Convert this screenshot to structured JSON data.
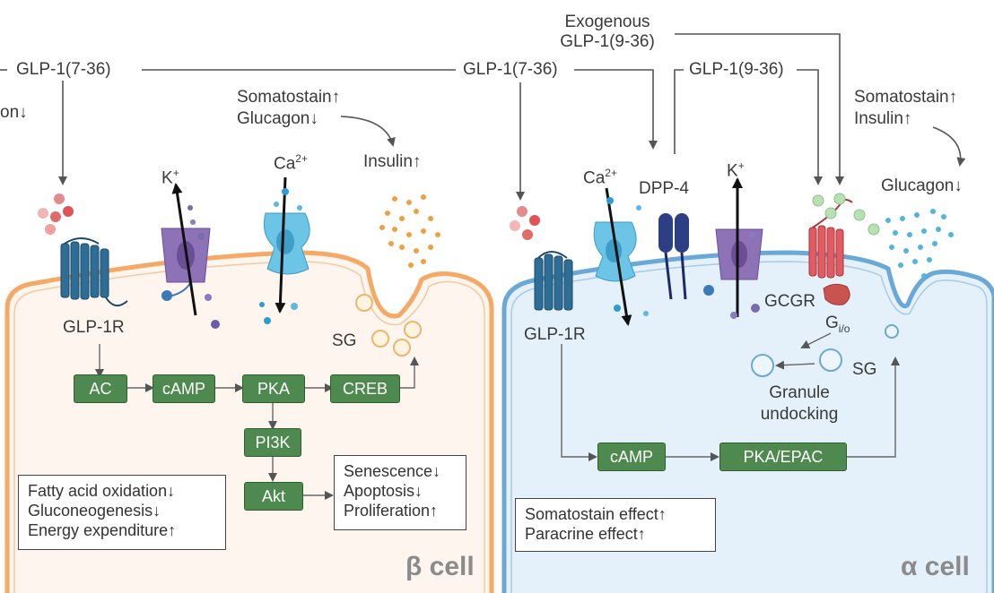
{
  "top": {
    "glp1_736_left": "GLP-1(7-36)",
    "glp1_736_right": "GLP-1(7-36)",
    "exogenous": "Exogenous",
    "exogenous_glp1": "GLP-1(9-36)",
    "glp1_936": "GLP-1(9-36)",
    "left_cut_text": "on↓"
  },
  "beta": {
    "somatostatin": "Somatostain↑",
    "glucagon": "Glucagon↓",
    "insulin": "Insulin↑",
    "k_label": "K",
    "k_sup": "+",
    "ca_label": "Ca",
    "ca_sup": "2+",
    "receptor": "GLP-1R",
    "sg": "SG",
    "pathway": [
      "AC",
      "cAMP",
      "PKA",
      "CREB"
    ],
    "pi3k": "PI3K",
    "akt": "Akt",
    "metabolic": [
      "Fatty acid oxidation↓",
      "Gluconeogenesis↓",
      "Energy expenditure↑"
    ],
    "fate": [
      "Senescence↓",
      "Apoptosis↓",
      "Proliferation↑"
    ],
    "cell_name": "β cell"
  },
  "alpha": {
    "somatostatin": "Somatostain↑",
    "insulin": "Insulin↑",
    "glucagon": "Glucagon↓",
    "ca_label": "Ca",
    "ca_sup": "2+",
    "dpp4": "DPP-4",
    "k_label": "K",
    "k_sup": "+",
    "gcgr": "GCGR",
    "gio": "G",
    "gio_sub": "i/o",
    "receptor": "GLP-1R",
    "sg": "SG",
    "granule1": "Granule",
    "granule2": "undocking",
    "camp": "cAMP",
    "pkaepac": "PKA/EPAC",
    "effects": [
      "Somatostain effect↑",
      "Paracrine effect↑"
    ],
    "cell_name": "α cell"
  },
  "colors": {
    "beta_membrane": "#f6a865",
    "beta_fill": "#fdf5ee",
    "alpha_membrane": "#6aa8d8",
    "alpha_fill": "#e5f1fa",
    "green_box": "#4e8a4f",
    "glp1r": "#2e6d96",
    "channel_purple": "#8e72b8",
    "ca_channel": "#52b7de",
    "dpp4": "#2c3e84",
    "gcgr": "#e05b62"
  }
}
